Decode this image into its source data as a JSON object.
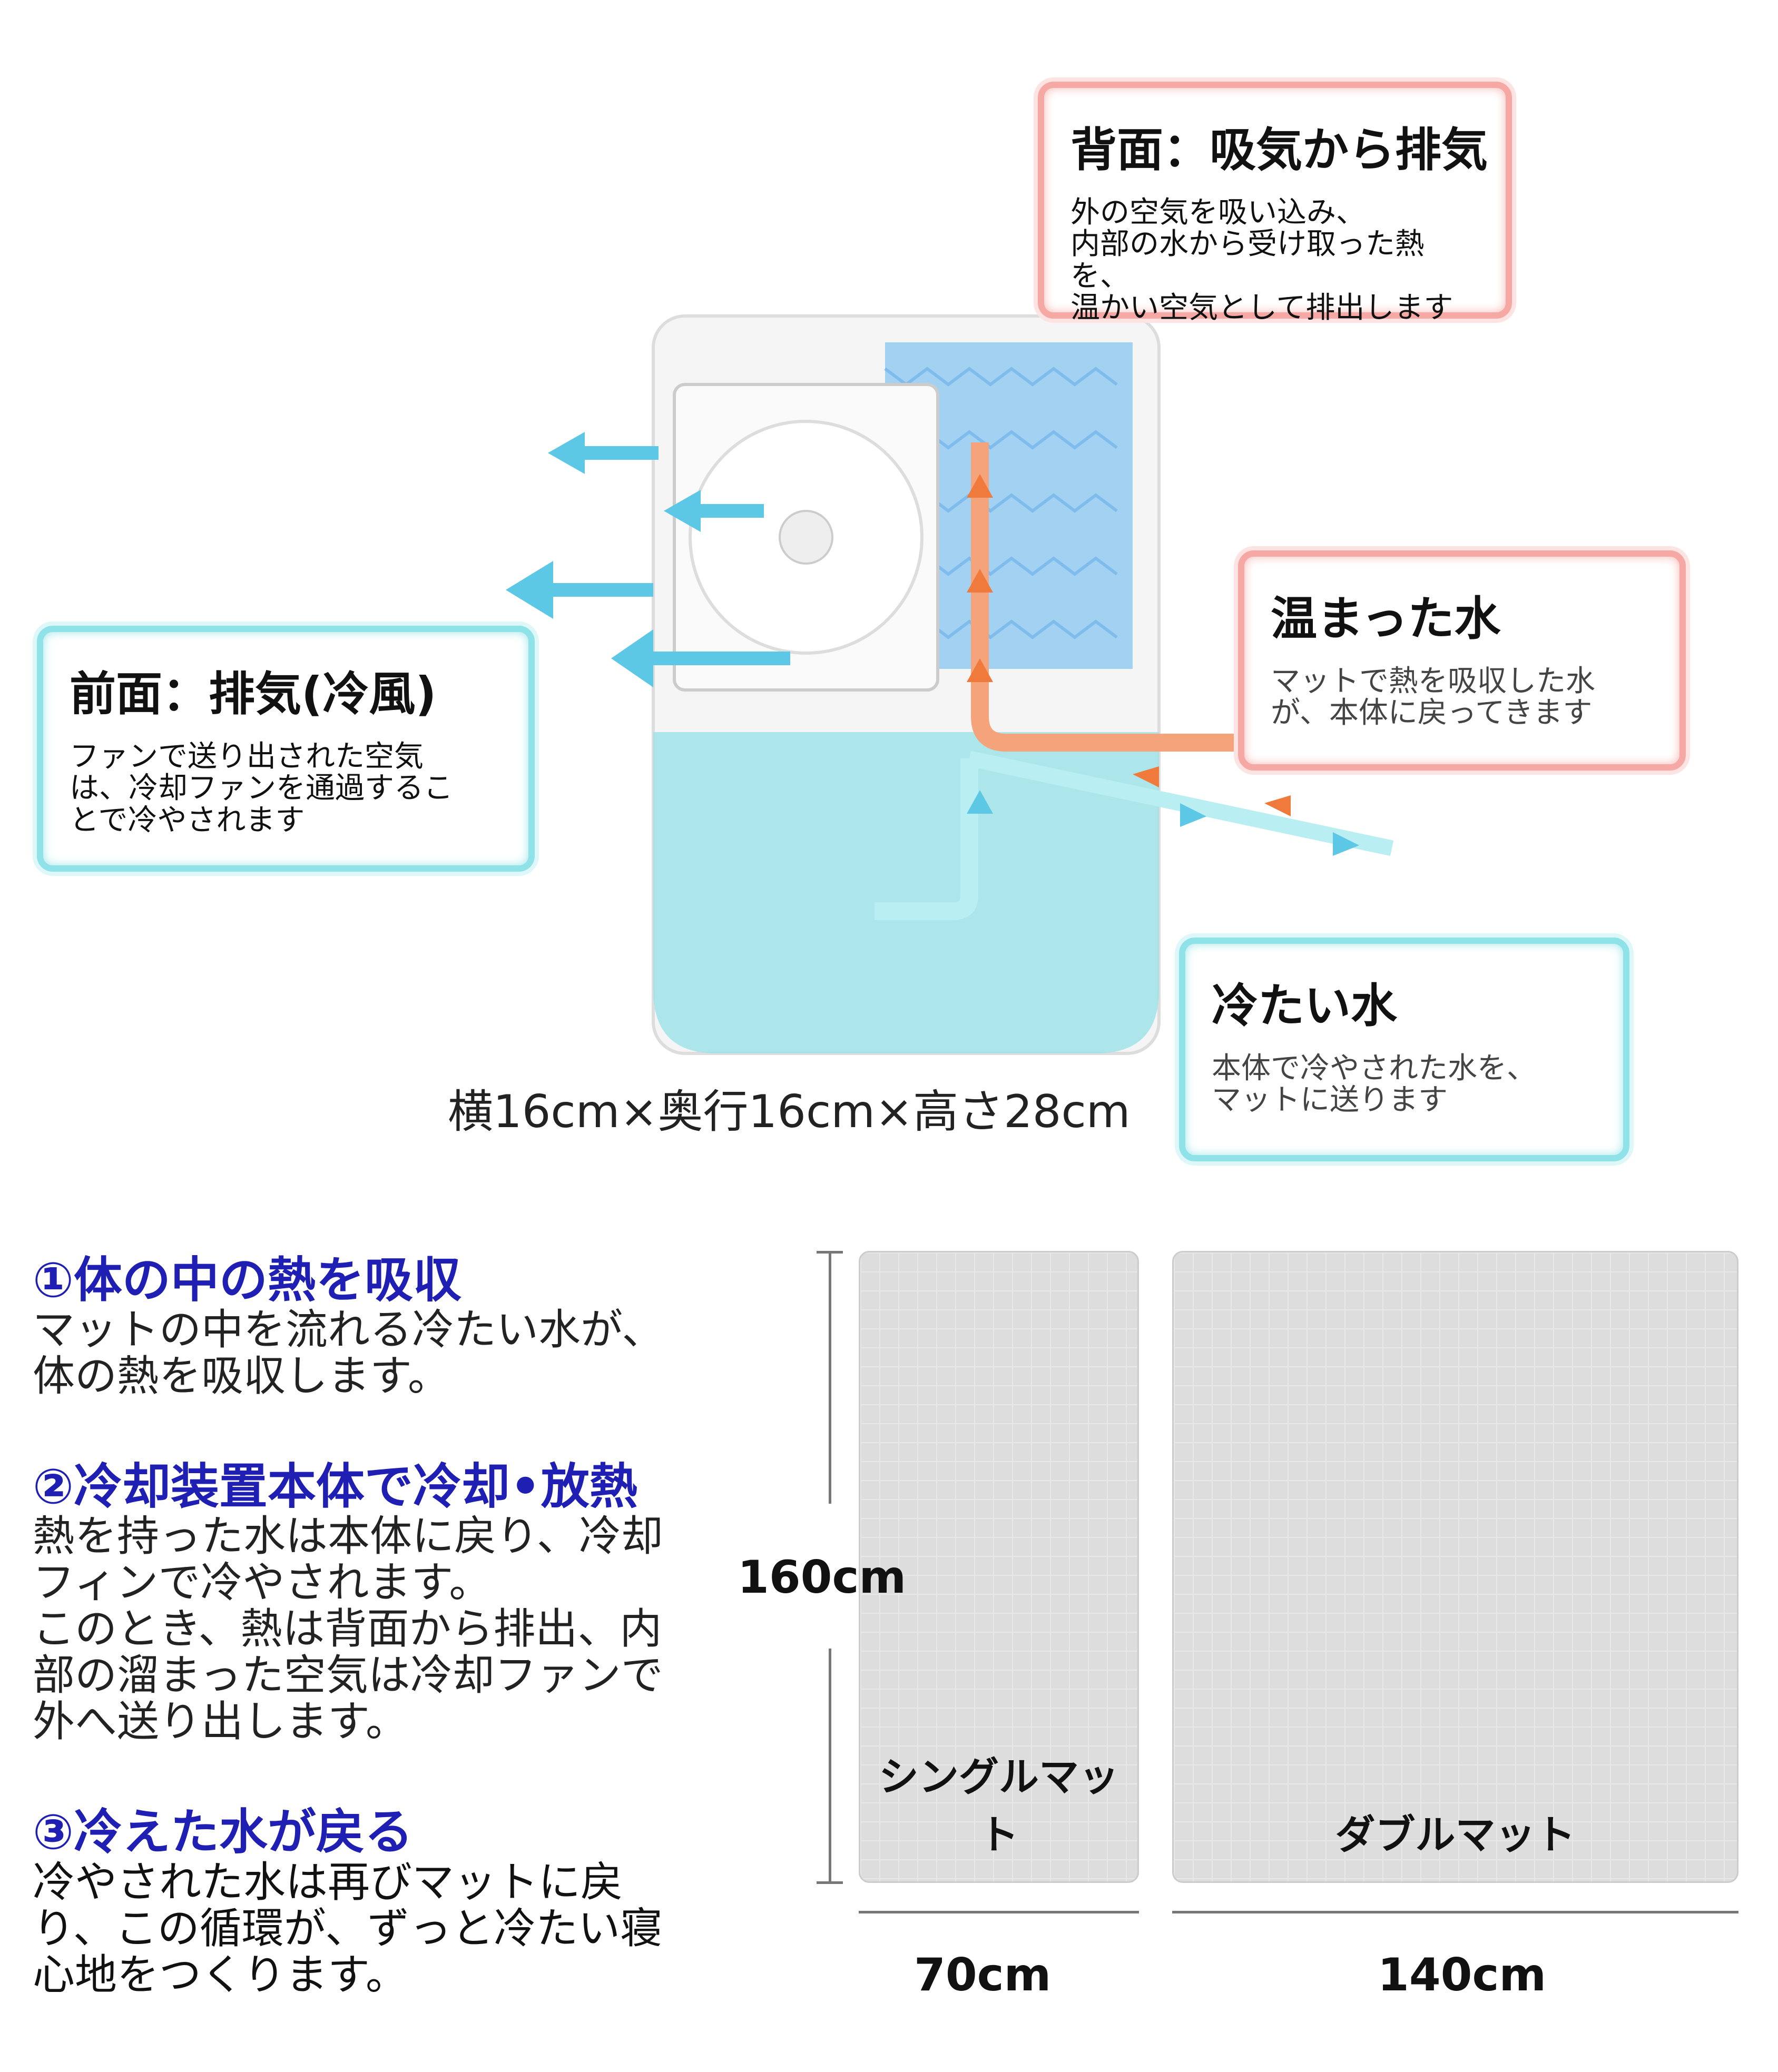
{
  "callouts": {
    "back": {
      "title": "背面：吸気から排気",
      "text": "外の空気を吸い込み、\n内部の水から受け取った熱を、\n温かい空気として排出します",
      "color": "#f6a9a4"
    },
    "front": {
      "title": "前面：排気(冷風)",
      "text": "ファンで送り出された空気\nは、冷却ファンを通過するこ\nとで冷やされます",
      "color": "#8fe3e8"
    },
    "warm_water": {
      "title": "温まった水",
      "text": "マットで熱を吸収した水\nが、本体に戻ってきます",
      "color": "#f6a9a4"
    },
    "cold_water": {
      "title": "冷たい水",
      "text": "本体で冷やされた水を、\nマットに送ります",
      "color": "#8fe3e8"
    }
  },
  "device_dimensions": "横16cm×奥行16cm×高さ28cm",
  "steps": [
    {
      "title": "①体の中の熱を吸収",
      "text": "マットの中を流れる冷たい水が、\n体の熱を吸収します。"
    },
    {
      "title": "②冷却装置本体で冷却•放熱",
      "text": "熱を持った水は本体に戻り、冷却\nフィンで冷やされます。\nこのとき、熱は背面から排出、内\n部の溜まった空気は冷却ファンで\n外へ送り出します。"
    },
    {
      "title": "③冷えた水が戻る",
      "text": "冷やされた水は再びマットに戻\nり、この循環が、ずっと冷たい寝\n心地をつくります。"
    }
  ],
  "mats": {
    "height": "160cm",
    "single": {
      "label": "シングルマット",
      "width": "70cm"
    },
    "double": {
      "label": "ダブルマット",
      "width": "140cm"
    }
  },
  "colors": {
    "accent_blue": "#1f1fb4",
    "cold": "#5cc8e6",
    "warm": "#f07a3c"
  }
}
